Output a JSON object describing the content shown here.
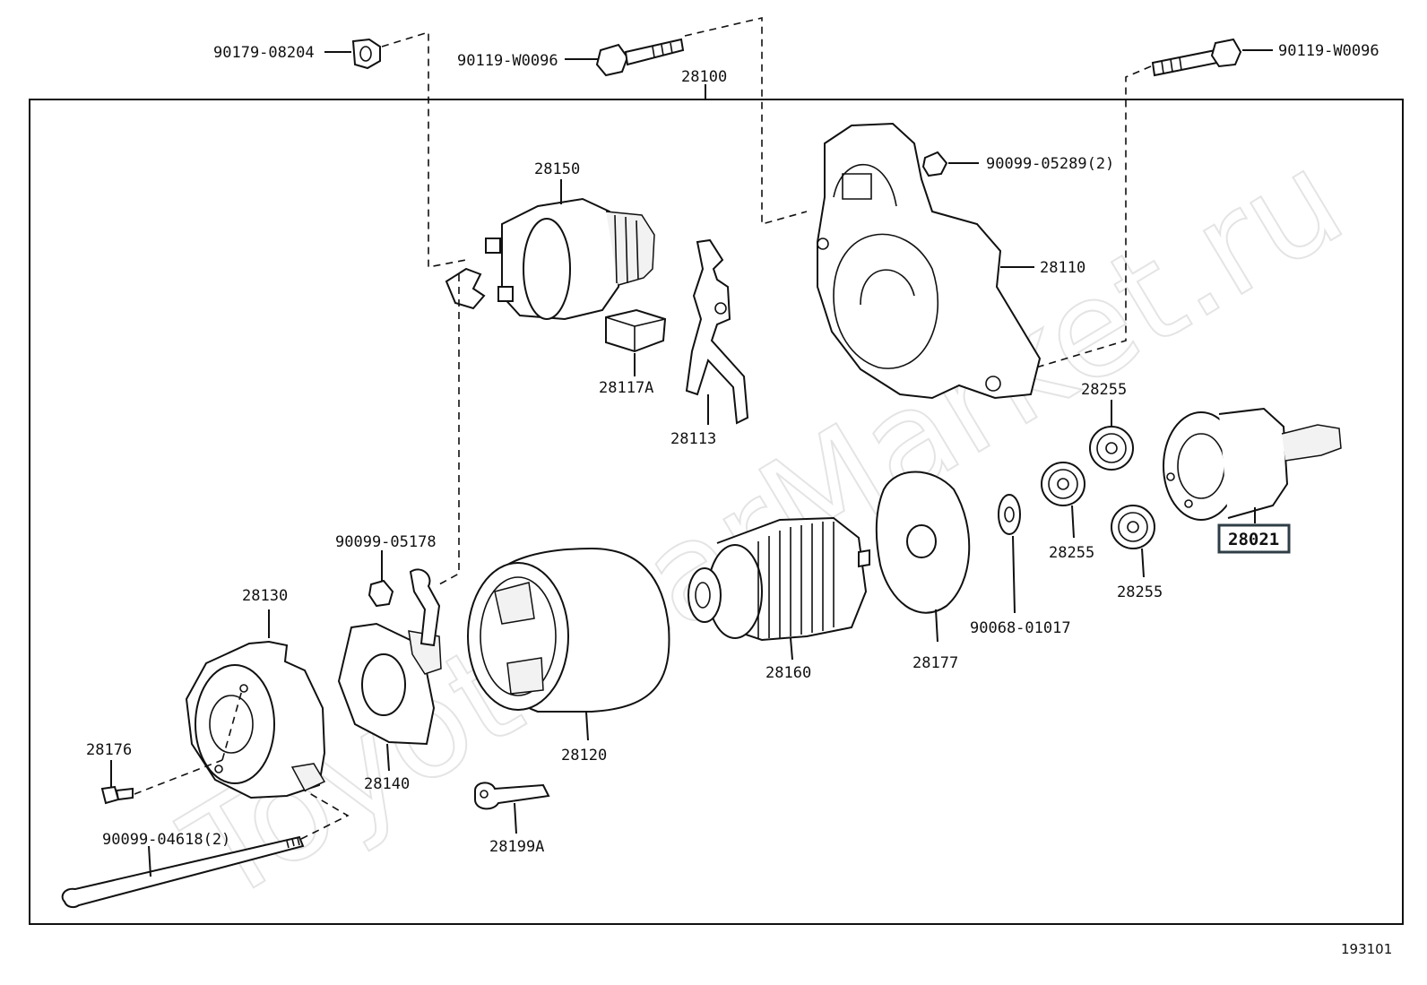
{
  "watermark": "ToyotaCarMarket.ru",
  "figure_id": "193101",
  "labels": {
    "p90179_08204": "90179-08204",
    "p90119_w0096_a": "90119-W0096",
    "p90119_w0096_b": "90119-W0096",
    "p28100": "28100",
    "p28150": "28150",
    "p90099_05289": "90099-05289(2)",
    "p28110": "28110",
    "p28117a": "28117A",
    "p28113": "28113",
    "p28255_a": "28255",
    "p28255_b": "28255",
    "p28255_c": "28255",
    "p28021": "28021",
    "p90099_05178": "90099-05178",
    "p28130": "28130",
    "p28176": "28176",
    "p28140": "28140",
    "p28120": "28120",
    "p28160": "28160",
    "p28177": "28177",
    "p90068_01017": "90068-01017",
    "p28199a": "28199A",
    "p90099_04618": "90099-04618(2)"
  },
  "highlighted_part": "28021"
}
